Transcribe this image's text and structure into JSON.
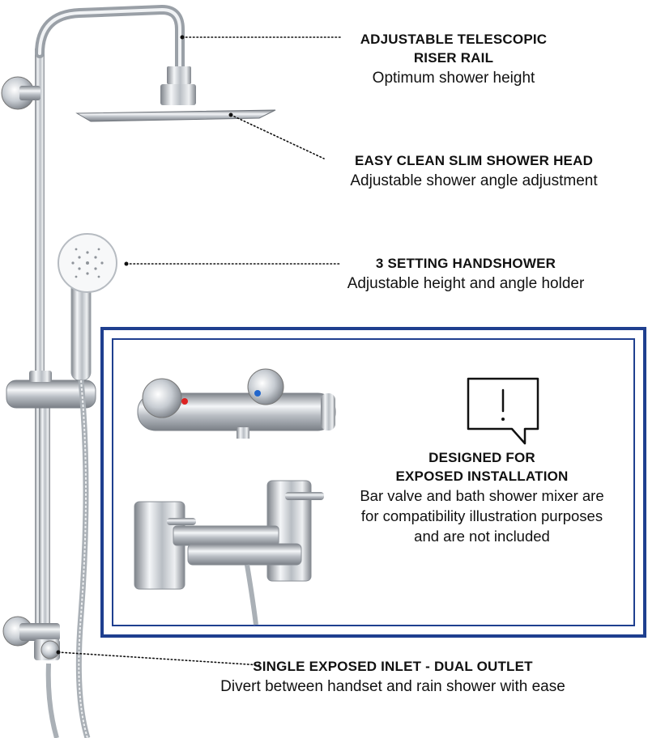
{
  "callouts": {
    "riser": {
      "title_line1": "ADJUSTABLE TELESCOPIC",
      "title_line2": "RISER RAIL",
      "sub": "Optimum shower height"
    },
    "head": {
      "title": "EASY CLEAN SLIM SHOWER HEAD",
      "sub": "Adjustable shower angle adjustment"
    },
    "handshower": {
      "title": "3 SETTING HANDSHOWER",
      "sub": "Adjustable height and angle holder"
    },
    "exposed": {
      "title_line1": "DESIGNED FOR",
      "title_line2": "EXPOSED INSTALLATION",
      "sub_line1": "Bar valve and bath shower mixer are",
      "sub_line2": "for compatibility illustration purposes",
      "sub_line3": "and are not included"
    },
    "inlet": {
      "title": "SINGLE EXPOSED INLET - DUAL OUTLET",
      "sub": "Divert between handset and rain shower with ease"
    }
  },
  "colors": {
    "panel_border": "#1f3f8f",
    "chrome_dark": "#8a8f96",
    "chrome_light": "#f2f4f6"
  },
  "icons": {
    "notice": "speech-bubble-exclamation-icon"
  }
}
